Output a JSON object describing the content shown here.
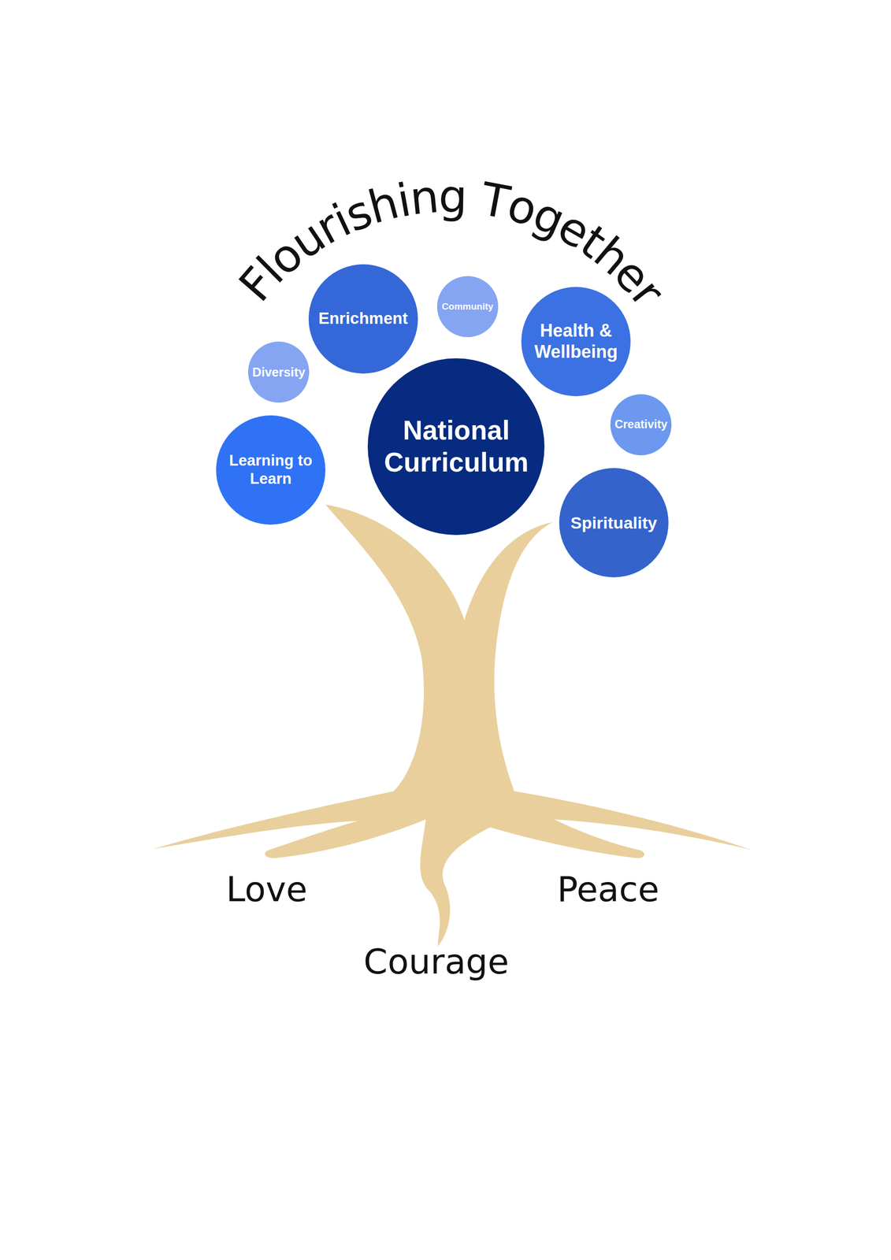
{
  "diagram": {
    "title": "Flourishing Together",
    "nodes": [
      {
        "text": [
          "Community"
        ]
      },
      {
        "text": [
          "Enrichment"
        ]
      },
      {
        "text": [
          "Health & Wellbeing"
        ]
      },
      {
        "text": [
          "Diversity"
        ]
      },
      {
        "text": [
          "Creativity"
        ]
      },
      {
        "text": [
          "National Curriculum"
        ]
      },
      {
        "text": [
          "Learning to Learn"
        ]
      },
      {
        "text": [
          "Spirituality"
        ]
      }
    ],
    "labels": [
      "Love",
      "Peace",
      "Courage"
    ]
  }
}
